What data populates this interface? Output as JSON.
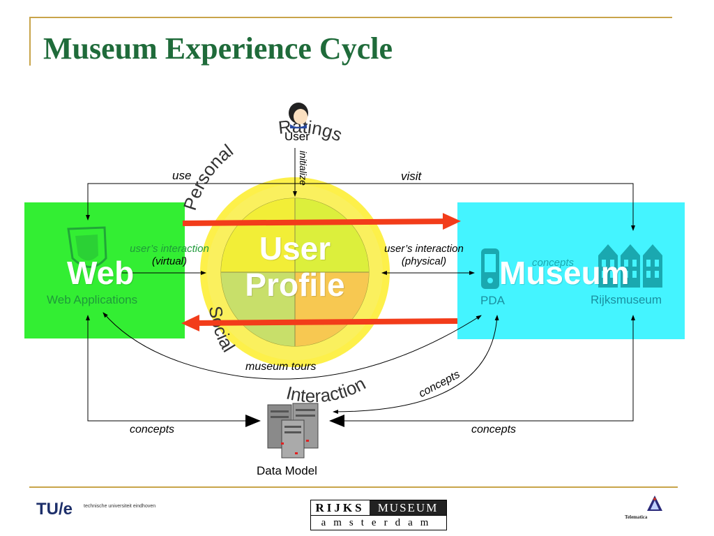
{
  "slide": {
    "title": "Museum Experience Cycle"
  },
  "diagram": {
    "user_label": "User",
    "initialize_label": "initialize",
    "use_label": "use",
    "visit_label": "visit",
    "web": {
      "title": "Web",
      "sublabel": "Web Applications"
    },
    "museum": {
      "title": "Museum",
      "pda_label": "PDA",
      "rijksmuseum_label": "Rijksmuseum",
      "concepts_label": "concepts"
    },
    "profile": {
      "title_line1": "User",
      "title_line2": "Profile",
      "arc_top_left": "Personal",
      "arc_top_right": "Ratings",
      "arc_bottom_left": "Social",
      "arc_bottom_right": "Interaction"
    },
    "virtual_interaction": {
      "line1": "user’s interaction",
      "line2": "(virtual)"
    },
    "physical_interaction": {
      "line1": "user’s interaction",
      "line2": "(physical)"
    },
    "museum_tours_label": "museum tours",
    "concepts_curve_label": "concepts",
    "concepts_left_label": "concepts",
    "concepts_right_label": "concepts",
    "data_model_label": "Data Model",
    "colors": {
      "web_box": "#33ee33",
      "museum_box": "#44f4ff",
      "circle_outer": "#fdf04a",
      "big_arrow": "#f23c1a",
      "icon_teal": "#1aa8b0",
      "title_green": "#1f6b3a"
    }
  },
  "footer": {
    "tue_logo": "TU/e",
    "tue_subtitle": "technische universiteit eindhoven",
    "rijks_top_left": "RIJKS",
    "rijks_top_right": "MUSEUM",
    "rijks_bottom": "amsterdam",
    "telematica": "Telematica"
  }
}
